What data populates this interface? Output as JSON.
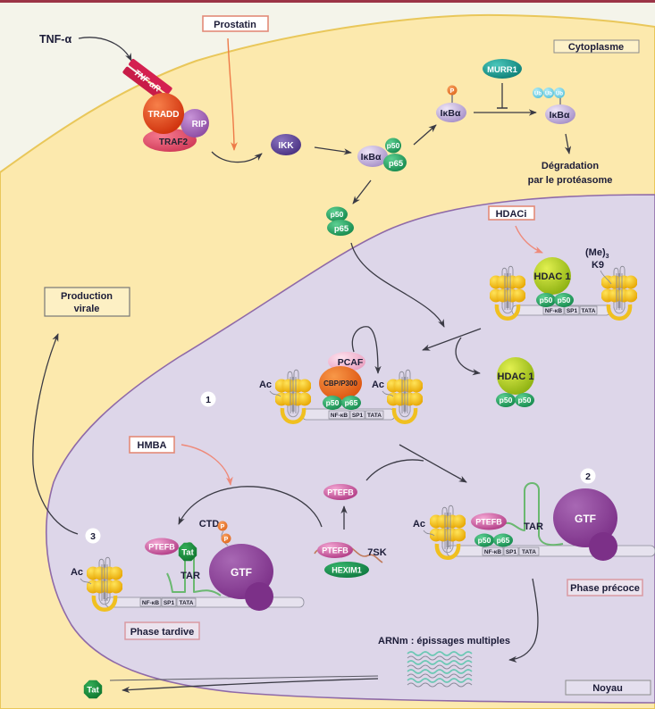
{
  "colors": {
    "top_border": "#9b3446",
    "background": "#f4f4ea",
    "cytoplasm": "#fce9ad",
    "cytoplasm_membrane": "#e9c75a",
    "nucleus": "#ddd6e9",
    "nuclear_membrane": "#8f6aa8",
    "drug_box_border": "#e38a78",
    "phase_box_border": "#d99aa2",
    "compartment_box_border": "#8c8c8c",
    "text": "#1c1c38",
    "arrow": "#3a3a44",
    "drug_arrow": "#ee7a48"
  },
  "compartments": {
    "cytoplasm": "Cytoplasme",
    "nucleus": "Noyau"
  },
  "signaling": {
    "ligand": "TNF-α",
    "receptor": "TNF-αR",
    "tradd": "TRADD",
    "rip": "RIP",
    "traf2": "TRAF2",
    "ikk": "IKK",
    "ikba": "IκBα",
    "p50": "p50",
    "p65": "p65",
    "phosphate": "P",
    "murr1": "MURR1",
    "ubiquitin": "Ub",
    "degradation": [
      "Dégradation",
      "par le protéasome"
    ]
  },
  "drugs": {
    "prostatin": "Prostatin",
    "hdaci": "HDACi",
    "hmba": "HMBA"
  },
  "promoter_elements": [
    "NF-κB",
    "SP1",
    "TATA"
  ],
  "repressed_promoter": {
    "hdac": "HDAC 1",
    "subunits": [
      "p50",
      "p50"
    ],
    "methylation": "(Me)",
    "methylation_count": "3",
    "lysine": "K9"
  },
  "released_complex": {
    "hdac": "HDAC 1",
    "subunits": [
      "p50",
      "p50"
    ]
  },
  "step1": {
    "number": "1",
    "pcaf": "PCAF",
    "cbp": "CBP/P300",
    "subunits": [
      "p50",
      "p65"
    ],
    "acetyl": "Ac"
  },
  "ptefb_pool": {
    "ptefb": "PTEFB",
    "hexim": "HEXIM1",
    "rna": "7SK"
  },
  "step2": {
    "number": "2",
    "acetyl": "Ac",
    "ptefb": "PTEFB",
    "subunits": [
      "p50",
      "p65"
    ],
    "tar": "TAR",
    "gtf": "GTF",
    "phase": "Phase précoce"
  },
  "step3": {
    "number": "3",
    "acetyl": "Ac",
    "ptefb": "PTEFB",
    "tat": "Tat",
    "ctd": "CTD",
    "phosphate": "P",
    "tar": "TAR",
    "gtf": "GTF",
    "phase": "Phase tardive"
  },
  "outputs": {
    "production": [
      "Production",
      "virale"
    ],
    "mrna": "ARNm : épissages multiples",
    "tat": "Tat"
  }
}
